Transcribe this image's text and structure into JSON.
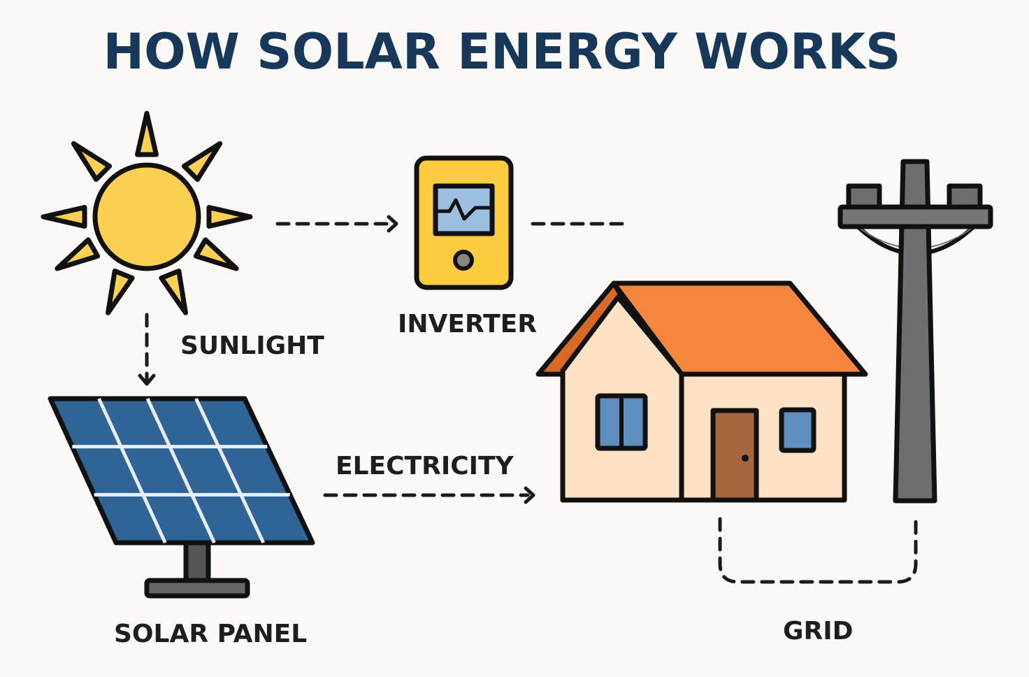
{
  "title": "HOW SOLAR ENERGY WORKS",
  "labels": {
    "sunlight": "SUNLIGHT",
    "inverter": "INVERTER",
    "electricity": "ELECTRICITY",
    "solar_panel": "SOLAR PANEL",
    "grid": "GRID"
  },
  "colors": {
    "title": "#17385a",
    "sun": "#fcd050",
    "panel": "#2f6496",
    "inverter": "#fdcb3e",
    "screen": "#9bbfe0",
    "roof": "#f4873c",
    "wall": "#fde3c4",
    "window": "#5f8fc0",
    "door": "#a5683d",
    "pole": "#6e6e6e"
  }
}
